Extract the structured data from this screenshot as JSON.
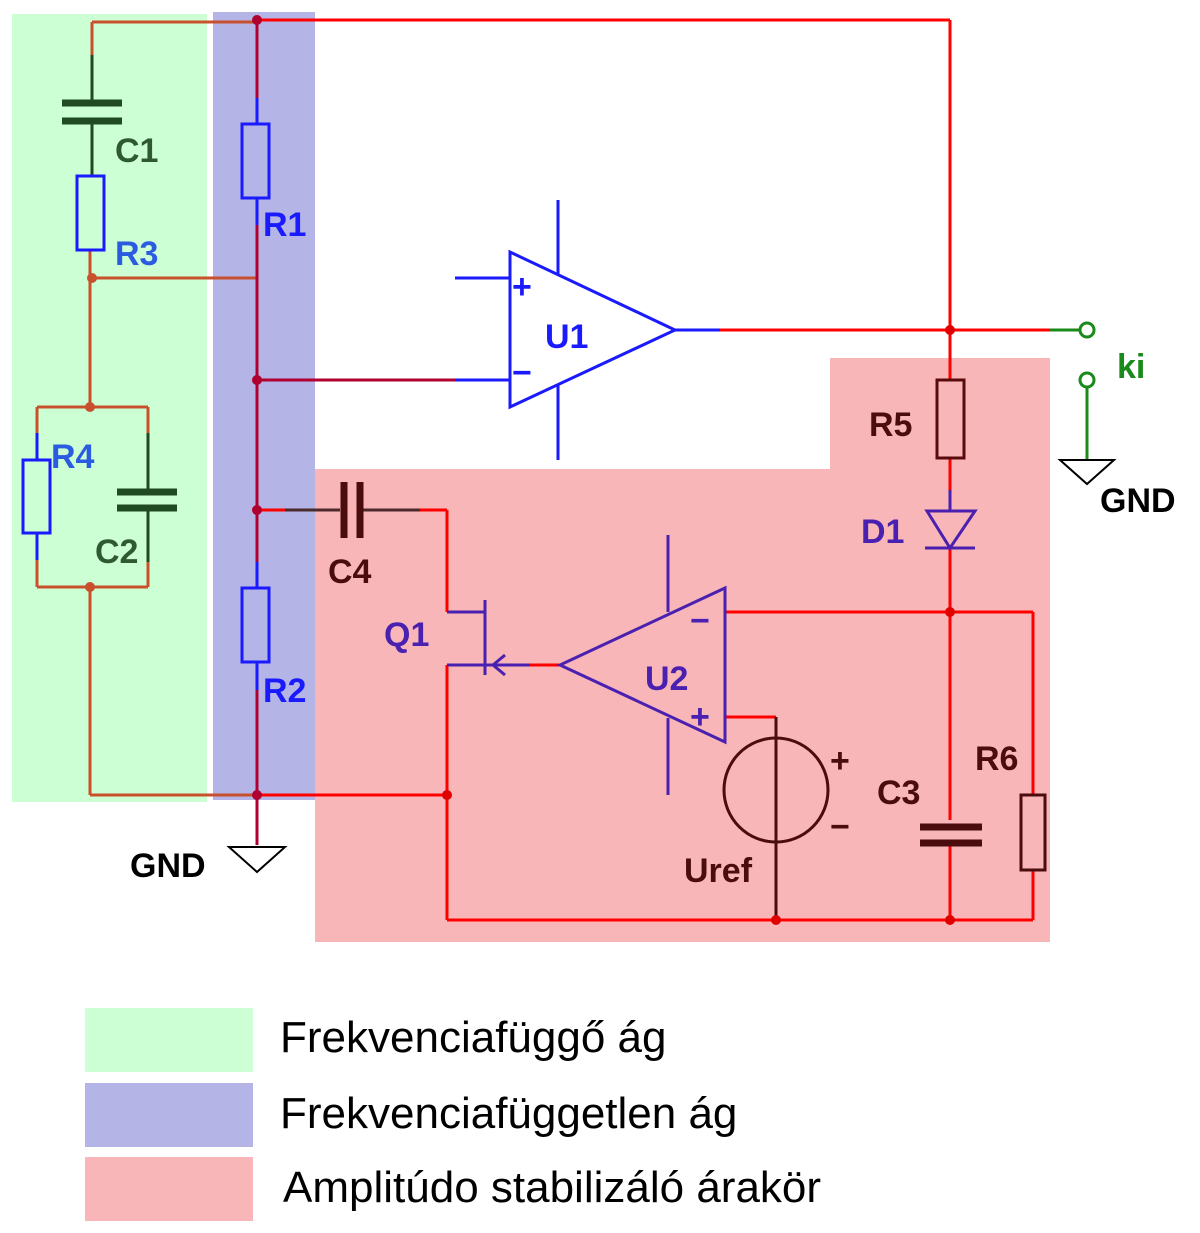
{
  "colors": {
    "freq_dependent_region": "#ccffd4",
    "freq_independent_region": "#b4b4e6",
    "amplitude_region": "#f8b6b9",
    "wire_red": "#ff0000",
    "wire_brown": "#c8502d",
    "wire_dark": "#4a2a2a",
    "component_blue": "#1a1aff",
    "green_component": "#1f4a22",
    "label_green": "#2f5a30",
    "label_blue": "#2b5be0",
    "label_darkred": "#4a0c0c",
    "label_purple": "#4a20b0",
    "output_green": "#1a8a1a"
  },
  "components": {
    "C1": "C1",
    "R3": "R3",
    "R4": "R4",
    "C2": "C2",
    "R1": "R1",
    "R2": "R2",
    "U1": "U1",
    "R5": "R5",
    "D1": "D1",
    "C4": "C4",
    "Q1": "Q1",
    "U2": "U2",
    "Uref": "Uref",
    "C3": "C3",
    "R6": "R6"
  },
  "signs": {
    "plus": "+",
    "minus": "−"
  },
  "output": {
    "label": "ki",
    "ground_label": "GND"
  },
  "ground_label": "GND",
  "legend": [
    {
      "label": "Frekvenciafüggő ág",
      "color": "#ccffd4"
    },
    {
      "label": "Frekvenciafüggetlen ág",
      "color": "#b4b4e6"
    },
    {
      "label": "Amplitúdo stabilizáló árakör",
      "color": "#f8b6b9"
    }
  ]
}
